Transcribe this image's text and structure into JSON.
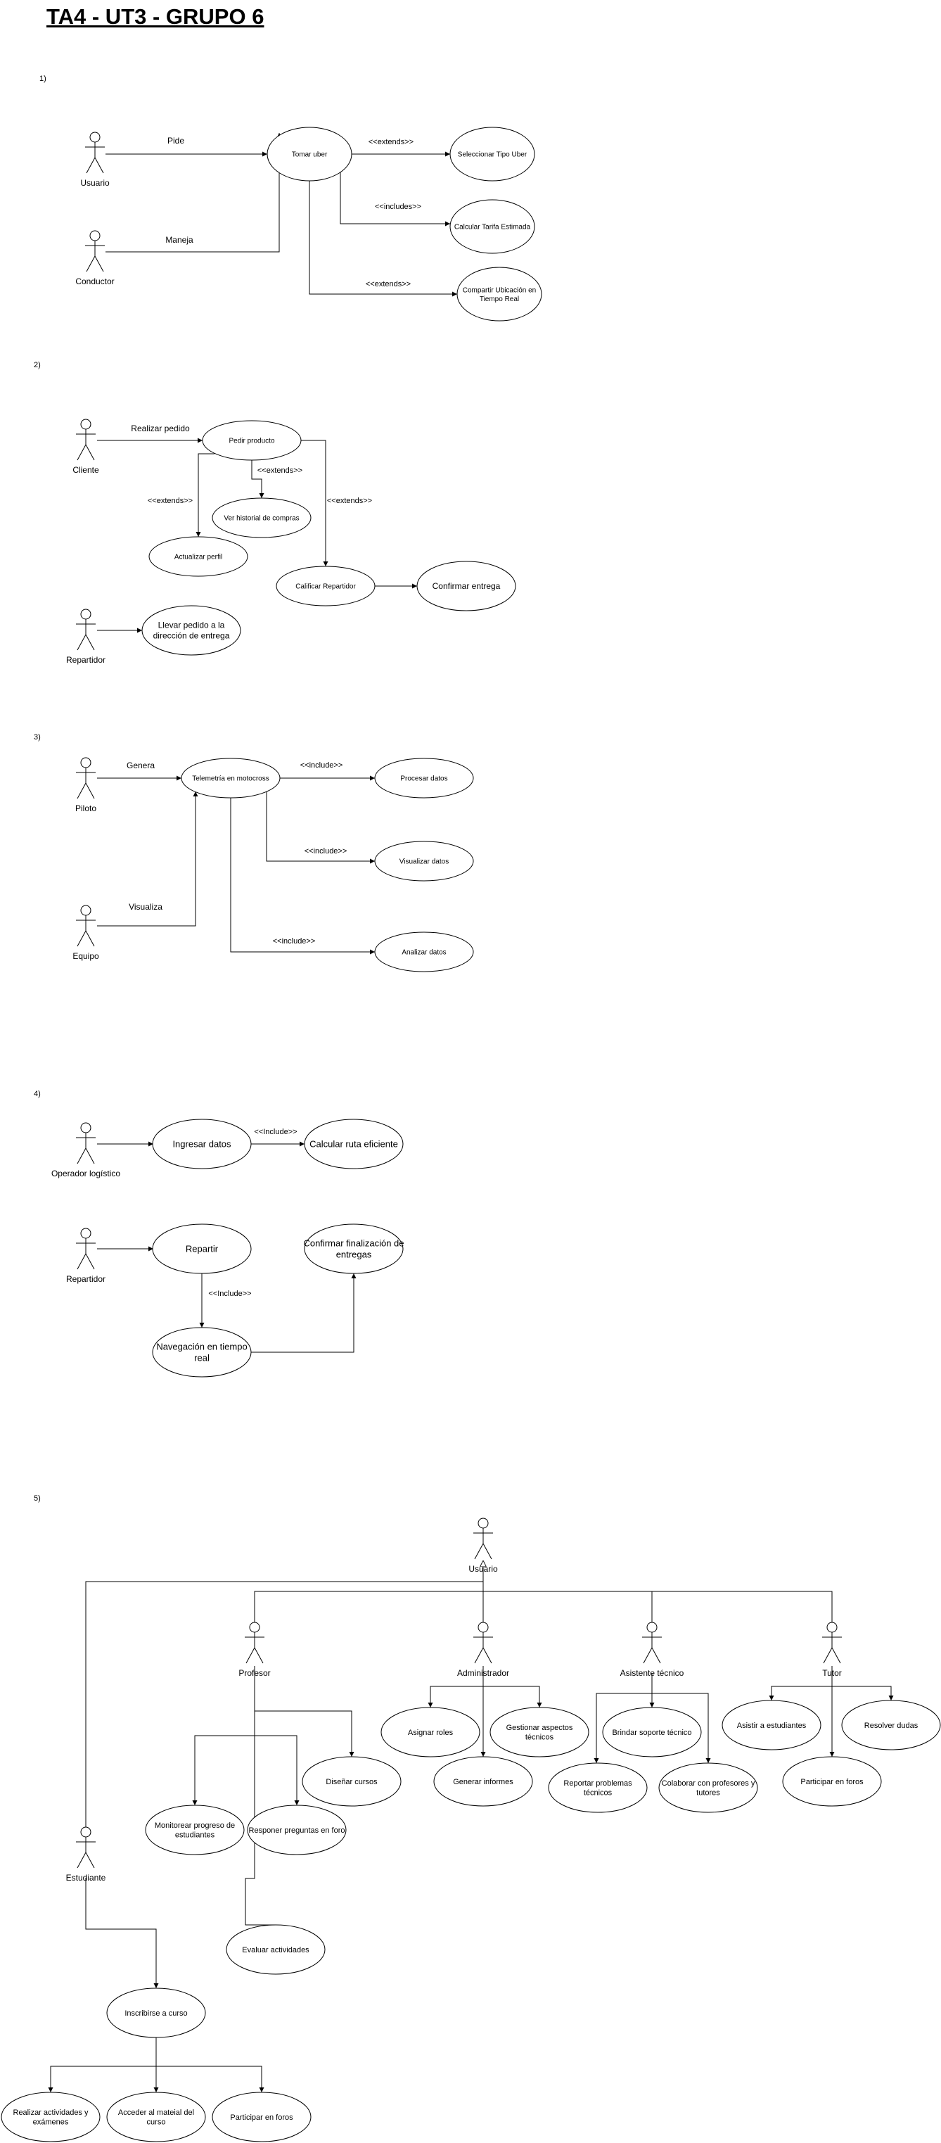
{
  "title": "TA4 - UT3 - GRUPO 6",
  "sections": [
    "1)",
    "2)",
    "3)",
    "4)",
    "5)"
  ],
  "d1": {
    "actors": [
      "Usuario",
      "Conductor"
    ],
    "usecases": [
      "Tomar uber",
      "Seleccionar Tipo Uber",
      "Calcular Tarifa Estimada",
      "Compartir Ubicación en Tiempo Real"
    ],
    "labels": [
      "Pide",
      "Maneja",
      "<<extends>>",
      "<<includes>>",
      "<<extends>>"
    ]
  },
  "d2": {
    "actors": [
      "Cliente",
      "Repartidor"
    ],
    "usecases": [
      "Pedir producto",
      "Ver historial de compras",
      "Actualizar perfil",
      "Calificar Repartidor",
      "Confirmar entrega",
      "Llevar pedido a la dirección de entrega"
    ],
    "labels": [
      "Realizar pedido",
      "<<extends>>",
      "<<extends>>",
      "<<extends>>"
    ]
  },
  "d3": {
    "actors": [
      "Piloto",
      "Equipo"
    ],
    "usecases": [
      "Telemetría en motocross",
      "Procesar datos",
      "Visualizar datos",
      "Analizar datos"
    ],
    "labels": [
      "Genera",
      "Visualiza",
      "<<include>>",
      "<<include>>",
      "<<include>>"
    ]
  },
  "d4": {
    "actors": [
      "Operador logístico",
      "Repartidor"
    ],
    "usecases": [
      "Ingresar datos",
      "Calcular ruta eficiente",
      "Repartir",
      "Confirmar finalización de entregas",
      "Navegación en tiempo real"
    ],
    "labels": [
      "<<Include>>",
      "<<Include>>"
    ]
  },
  "d5": {
    "actors": [
      "Usuario",
      "Profesor",
      "Administrador",
      "Asistente técnico",
      "Tutor",
      "Estudiante"
    ],
    "usecases": [
      "Asignar roles",
      "Gestionar aspectos técnicos",
      "Generar informes",
      "Brindar soporte técnico",
      "Reportar problemas técnicos",
      "Colaborar con profesores y tutores",
      "Asistir a estudiantes",
      "Resolver dudas",
      "Participar en foros",
      "Diseñar cursos",
      "Monitorear progreso de estudiantes",
      "Responer preguntas en foro",
      "Evaluar actividades",
      "Inscribirse a curso",
      "Realizar actividades y exámenes",
      "Acceder al mateial del curso",
      "Participar en foros"
    ]
  }
}
